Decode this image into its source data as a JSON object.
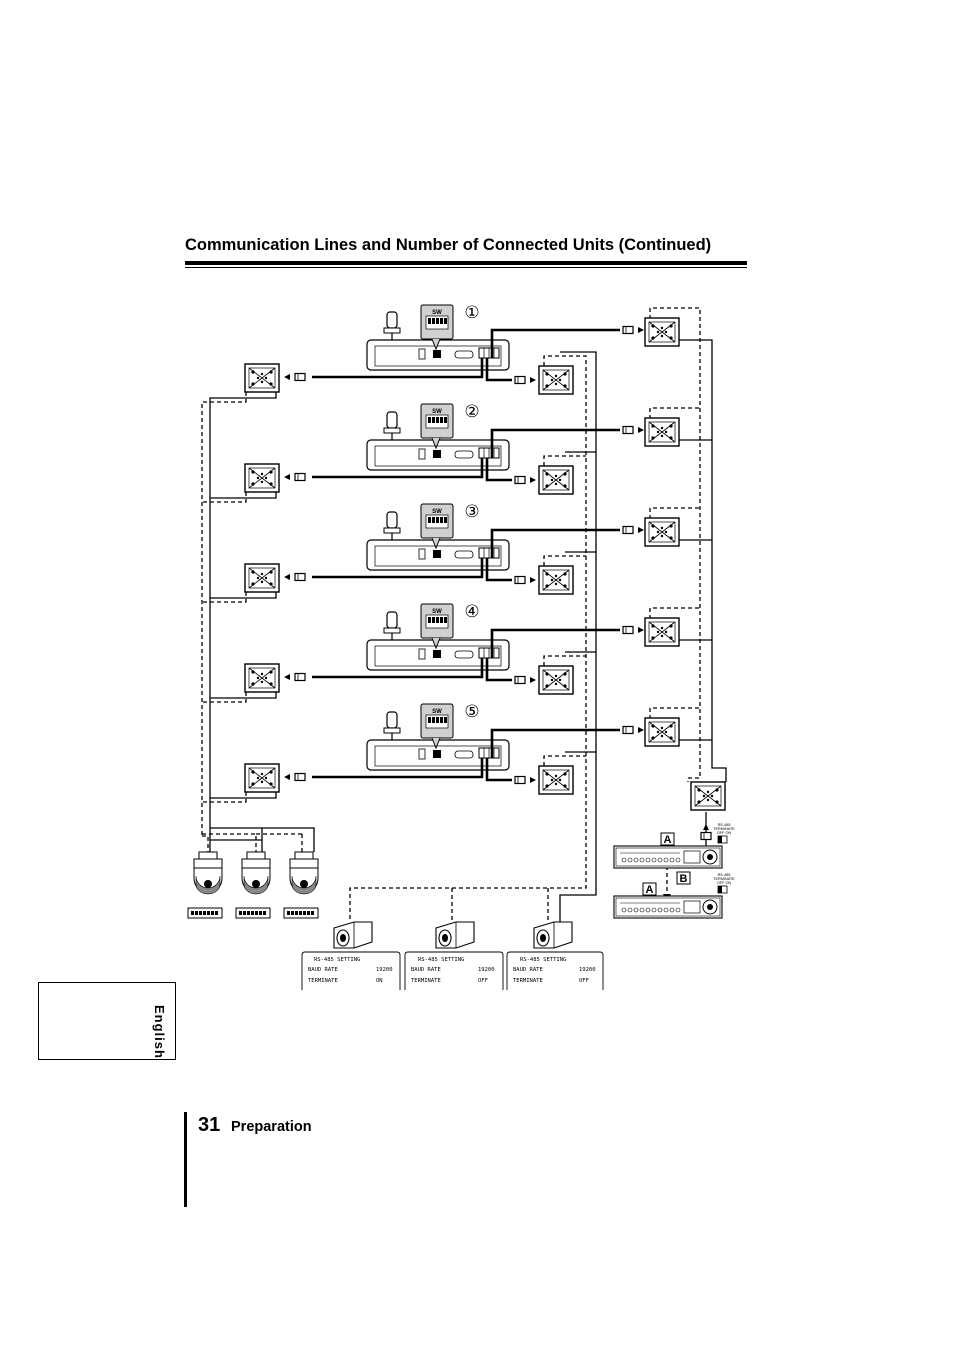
{
  "header": {
    "title": "Communication Lines and Number of Connected Units  (Continued)"
  },
  "markers": [
    "①",
    "②",
    "③",
    "④",
    "⑤"
  ],
  "switch_label": "SW",
  "recorder_labels": {
    "a": "A",
    "b": "B"
  },
  "terminate_switch": {
    "line1": "RS-485",
    "line2": "TERMINATE",
    "line3": "OFF  ON"
  },
  "rs485_settings": [
    {
      "title": "RS-485  SETTING",
      "baud_label": "BAUD RATE",
      "baud": "19200",
      "term_label": "TERMINATE",
      "term": "ON"
    },
    {
      "title": "RS-485  SETTING",
      "baud_label": "BAUD RATE",
      "baud": "19200",
      "term_label": "TERMINATE",
      "term": "OFF"
    },
    {
      "title": "RS-485  SETTING",
      "baud_label": "BAUD RATE",
      "baud": "19200",
      "term_label": "TERMINATE",
      "term": "OFF"
    }
  ],
  "side_tab": {
    "label": "English"
  },
  "footer": {
    "page_number": "31",
    "section": "Preparation"
  }
}
